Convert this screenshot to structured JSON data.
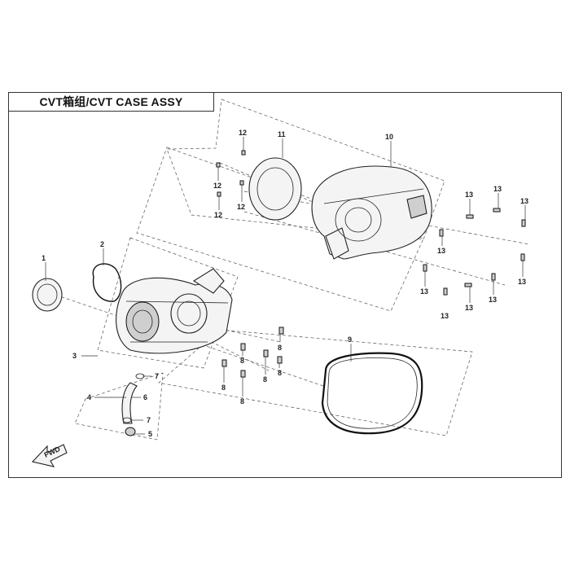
{
  "title": "CVT箱组/CVT CASE ASSY",
  "fwd_label": "FWD",
  "callouts": {
    "c1": "1",
    "c2": "2",
    "c3": "3",
    "c4": "4",
    "c5": "5",
    "c6": "6",
    "c7a": "7",
    "c7b": "7",
    "c8a": "8",
    "c8b": "8",
    "c8c": "8",
    "c8d": "8",
    "c8e": "8",
    "c8f": "8",
    "c9": "9",
    "c10": "10",
    "c11": "11",
    "c12a": "12",
    "c12b": "12",
    "c12c": "12",
    "c12d": "12",
    "c13a": "13",
    "c13b": "13",
    "c13c": "13",
    "c13d": "13",
    "c13e": "13",
    "c13f": "13",
    "c13g": "13",
    "c13h": "13"
  },
  "colors": {
    "line": "#222222",
    "frame": "#333333",
    "background": "#ffffff"
  }
}
